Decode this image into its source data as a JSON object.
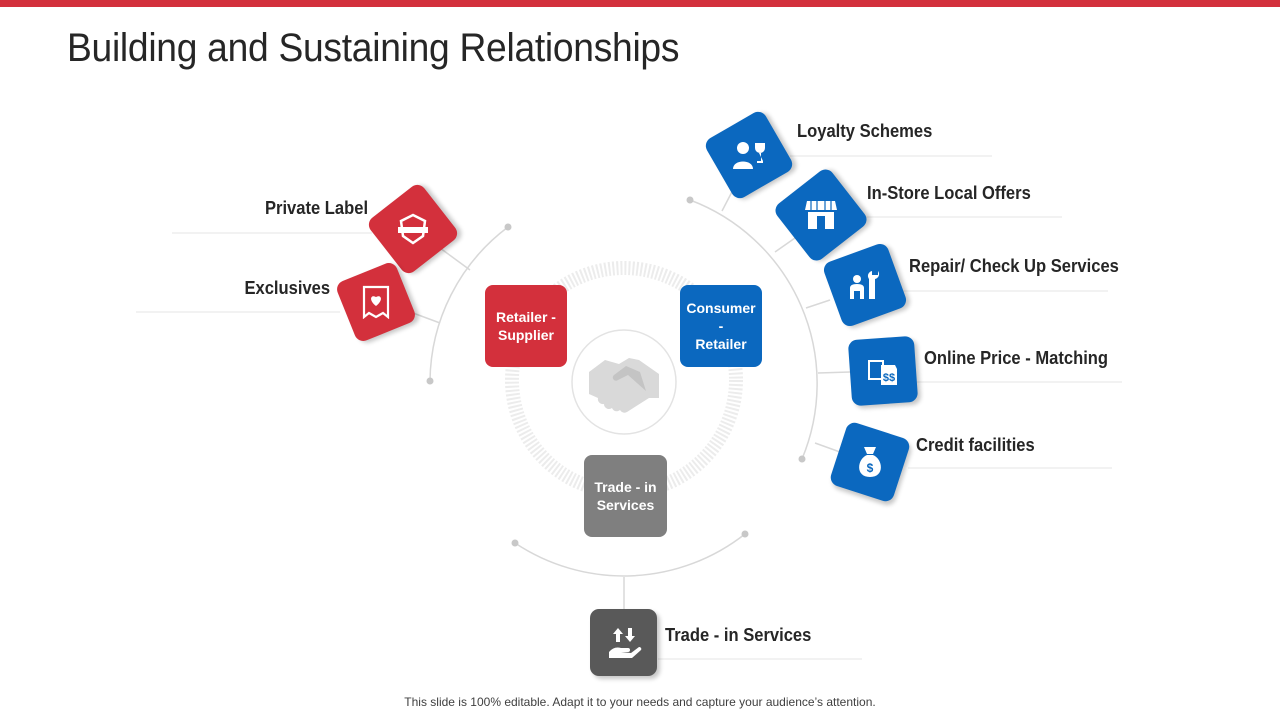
{
  "title": "Building and Sustaining Relationships",
  "center_icon": "handshake-icon",
  "hubs": [
    {
      "label": "Retailer -\nSupplier",
      "color": "#d3303c"
    },
    {
      "label": "Consumer -\nRetailer",
      "color": "#0b68bf"
    },
    {
      "label": "Trade - in\nServices",
      "color": "#808080"
    }
  ],
  "items": [
    {
      "label": "Private Label",
      "icon": "badge-shield-icon",
      "group": "Retailer - Supplier"
    },
    {
      "label": "Exclusives",
      "icon": "heart-ticket-icon",
      "group": "Retailer - Supplier"
    },
    {
      "label": "Loyalty Schemes",
      "icon": "person-trophy-icon",
      "group": "Consumer - Retailer"
    },
    {
      "label": "In-Store Local Offers",
      "icon": "storefront-icon",
      "group": "Consumer - Retailer"
    },
    {
      "label": "Repair/ Check Up Services",
      "icon": "wrench-person-icon",
      "group": "Consumer - Retailer"
    },
    {
      "label": "Online Price - Matching",
      "icon": "price-tag-icon",
      "group": "Consumer - Retailer"
    },
    {
      "label": "Credit facilities",
      "icon": "money-bag-icon",
      "group": "Consumer - Retailer"
    },
    {
      "label": "Trade - in Services",
      "icon": "hand-exchange-icon",
      "group": "Trade - in Services"
    }
  ],
  "footer": "This slide is 100% editable. Adapt it to your needs and capture your audience’s attention.",
  "colors": {
    "accent_red": "#d3303c",
    "accent_blue": "#0b68bf",
    "grey": "#808080",
    "dark_grey": "#595959"
  }
}
